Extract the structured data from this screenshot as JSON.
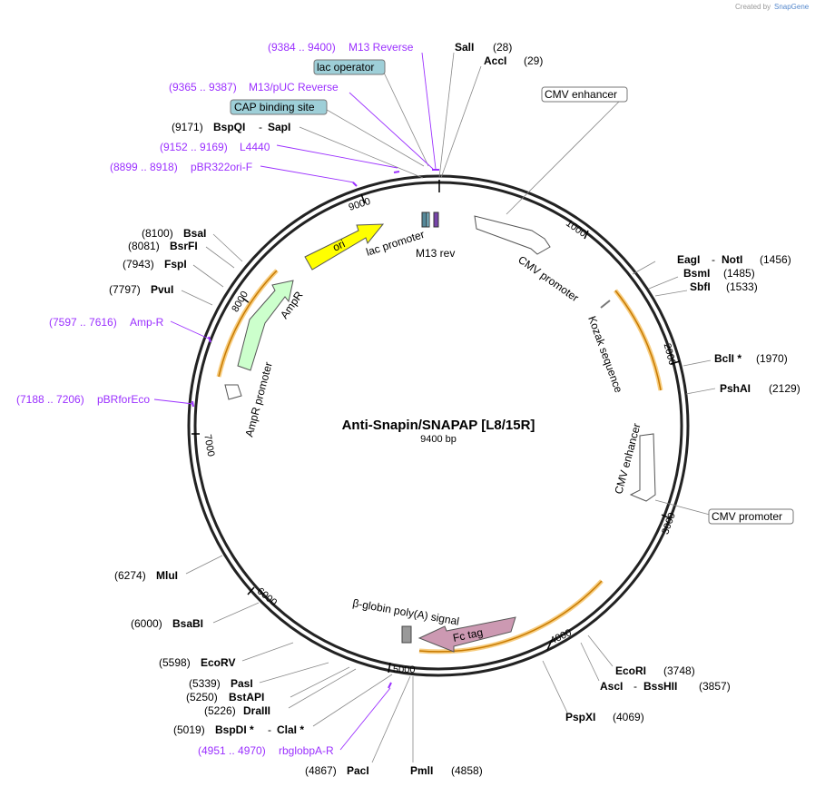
{
  "credit": "Created by",
  "brand": "SnapGene",
  "title": "Anti-Snapin/SNAPAP [L8/15R]",
  "size": "9400 bp",
  "ticks": [
    "1000",
    "2000",
    "3000",
    "4000",
    "5000",
    "6000",
    "7000",
    "8000",
    "9000"
  ],
  "sites": [
    {
      "name": "SalI",
      "pos": "(28)"
    },
    {
      "name": "AccI",
      "pos": "(29)"
    },
    {
      "name": "EagI",
      "name2": "NotI",
      "pos": "(1456)"
    },
    {
      "name": "BsmI",
      "pos": "(1485)"
    },
    {
      "name": "SbfI",
      "pos": "(1533)"
    },
    {
      "name": "BclI *",
      "pos": "(1970)"
    },
    {
      "name": "PshAI",
      "pos": "(2129)"
    },
    {
      "name": "EcoRI",
      "pos": "(3748)"
    },
    {
      "name": "AscI",
      "name2": "BssHII",
      "pos": "(3857)"
    },
    {
      "name": "PspXI",
      "pos": "(4069)"
    },
    {
      "name": "PmlI",
      "pos": "(4858)"
    },
    {
      "name": "PacI",
      "pos": "(4867)"
    },
    {
      "name": "BspDI *",
      "name2": "ClaI *",
      "pos": "(5019)"
    },
    {
      "name": "DraIII",
      "pos": "(5226)"
    },
    {
      "name": "BstAPI",
      "pos": "(5250)"
    },
    {
      "name": "PasI",
      "pos": "(5339)"
    },
    {
      "name": "EcoRV",
      "pos": "(5598)"
    },
    {
      "name": "BsaBI",
      "pos": "(6000)"
    },
    {
      "name": "MluI",
      "pos": "(6274)"
    },
    {
      "name": "PvuI",
      "pos": "(7797)"
    },
    {
      "name": "FspI",
      "pos": "(7943)"
    },
    {
      "name": "BsrFI",
      "pos": "(8081)"
    },
    {
      "name": "BsaI",
      "pos": "(8100)"
    },
    {
      "name": "BspQI",
      "name2": "SapI",
      "pos": "(9171)"
    }
  ],
  "primers": [
    {
      "range": "(9384 .. 9400)",
      "name": "M13 Reverse"
    },
    {
      "range": "(9365 .. 9387)",
      "name": "M13/pUC Reverse"
    },
    {
      "range": "(9152 .. 9169)",
      "name": "L4440"
    },
    {
      "range": "(8899 .. 8918)",
      "name": "pBR322ori-F"
    },
    {
      "range": "(7597 .. 7616)",
      "name": "Amp-R"
    },
    {
      "range": "(7188 .. 7206)",
      "name": "pBRforEco"
    },
    {
      "range": "(4951 .. 4970)",
      "name": "rbglobpA-R"
    }
  ],
  "boxed_features": [
    "lac operator",
    "CAP binding site",
    "CMV enhancer",
    "CMV promoter"
  ],
  "features": {
    "cmv_promoter": "CMV promoter",
    "kozak": "Kozak sequence",
    "cmv_enhancer": "CMV enhancer",
    "betaglobin": "β-globin poly(A) signal",
    "fc_tag": "Fc tag",
    "ampr": "AmpR",
    "ampr_promoter": "AmpR promoter",
    "ori": "ori",
    "lac_promoter": "lac promoter",
    "m13_rev": "M13 rev"
  },
  "colors": {
    "primer": "#9b30ff",
    "ori": "#ffff00",
    "ampr": "#ccffcc",
    "fc_tag": "#cc99b2",
    "orf_glow": "#f5c060",
    "box": "#9ecfd8",
    "backbone": "#222222"
  }
}
